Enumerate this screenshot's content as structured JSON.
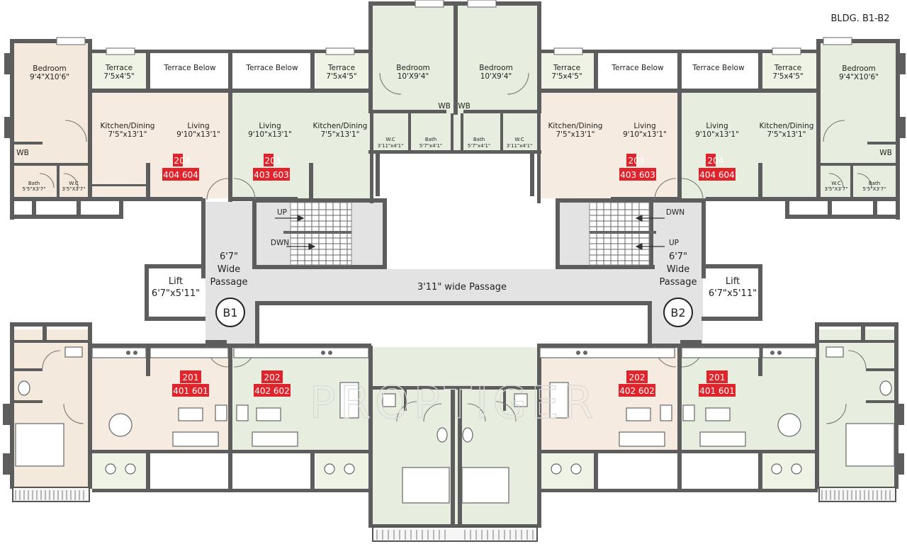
{
  "header": {
    "building": "BLDG. B1-B2"
  },
  "colors": {
    "bedroom_left": "#f3e9dc",
    "living_beige": "#f6ebe0",
    "living_green": "#e8eedf",
    "terrace": "#eef3e6",
    "passage": "#e3e3e3",
    "walls": "#5d5d5d",
    "unit_tag": "#e0242b"
  },
  "rooms": {
    "bedroom_l_name": "Bedroom",
    "bedroom_l_dim": "9'4\"X10'6\"",
    "terrace_1_name": "Terrace",
    "terrace_1_dim": "7'5x4'5\"",
    "terrace_below_1": "Terrace Below",
    "terrace_below_2": "Terrace Below",
    "terrace_2_name": "Terrace",
    "terrace_2_dim": "7'5x4'5\"",
    "bedroom_c1_name": "Bedroom",
    "bedroom_c1_dim": "10'X9'4\"",
    "bedroom_c2_name": "Bedroom",
    "bedroom_c2_dim": "10'X9'4\"",
    "terrace_3_name": "Terrace",
    "terrace_3_dim": "7'5x4'5\"",
    "terrace_below_3": "Terrace Below",
    "terrace_below_4": "Terrace Below",
    "terrace_4_name": "Terrace",
    "terrace_4_dim": "7'5x4'5\"",
    "bedroom_r_name": "Bedroom",
    "bedroom_r_dim": "9'4\"X10'6\"",
    "kitchen_1_name": "Kitchen/Dining",
    "kitchen_1_dim": "7'5\"x13'1\"",
    "living_1_name": "Living",
    "living_1_dim": "9'10\"x13'1\"",
    "living_2_name": "Living",
    "living_2_dim": "9'10\"x13'1\"",
    "kitchen_2_name": "Kitchen/Dining",
    "kitchen_2_dim": "7'5\"x13'1\"",
    "kitchen_3_name": "Kitchen/Dining",
    "kitchen_3_dim": "7'5\"x13'1\"",
    "living_3_name": "Living",
    "living_3_dim": "9'10\"x13'1\"",
    "living_4_name": "Living",
    "living_4_dim": "9'10\"x13'1\"",
    "kitchen_4_name": "Kitchen/Dining",
    "kitchen_4_dim": "7'5\"x13'1\"",
    "wb_1": "WB",
    "wb_2": "WB",
    "wb_3": "WB",
    "wb_4": "WB",
    "bath_l_name": "Bath",
    "bath_l_dim": "5'5\"X3'7\"",
    "wc_l_name": "W.C",
    "wc_l_dim": "3'5\"X3'7\"",
    "wc_c1_name": "W.C",
    "wc_c1_dim": "3'11\"x4'1\"",
    "bath_c1_name": "Bath",
    "bath_c1_dim": "5'7\"x4'1\"",
    "bath_c2_name": "Bath",
    "bath_c2_dim": "5'7\"x4'1\"",
    "wc_c2_name": "W.C",
    "wc_c2_dim": "3'11\"x4'1\"",
    "wc_r_name": "W.C",
    "wc_r_dim": "3'5\"X3'7\"",
    "bath_r_name": "Bath",
    "bath_r_dim": "5'5\"X3'7\""
  },
  "units_top": [
    {
      "top": "204",
      "bottom": "404 604"
    },
    {
      "top": "203",
      "bottom": "403 603"
    },
    {
      "top": "203",
      "bottom": "403 603"
    },
    {
      "top": "204",
      "bottom": "404 604"
    }
  ],
  "units_bottom": [
    {
      "top": "201",
      "bottom": "401 601"
    },
    {
      "top": "202",
      "bottom": "402 602"
    },
    {
      "top": "202",
      "bottom": "402 602"
    },
    {
      "top": "201",
      "bottom": "401 601"
    }
  ],
  "stairs": {
    "up_left": "UP",
    "dwn_left": "DWN",
    "dwn_right": "DWN",
    "up_right": "UP"
  },
  "passage": {
    "left_l1": "6'7\"",
    "left_l2": "Wide",
    "left_l3": "Passage",
    "right_l1": "6'7\"",
    "right_l2": "Wide",
    "right_l3": "Passage",
    "main": "3'11\" wide Passage"
  },
  "lifts": {
    "left_name": "Lift",
    "left_dim": "6'7\"x5'11\"",
    "right_name": "Lift",
    "right_dim": "6'7\"x5'11\""
  },
  "blocks": {
    "b1": "B1",
    "b2": "B2"
  },
  "watermark": "PROPTIGER"
}
